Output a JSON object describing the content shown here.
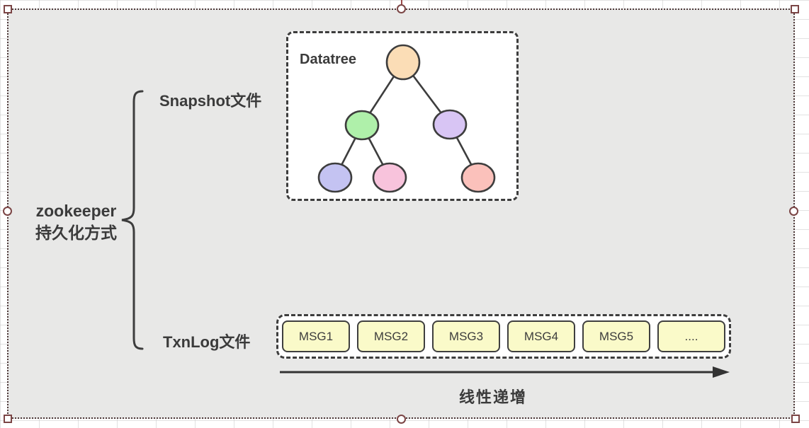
{
  "colors": {
    "canvas_bg": "#e8e8e7",
    "selection_dot": "#4d3838",
    "handle_border": "#7b4545",
    "shape_outline": "#3d3d3d",
    "text": "#3b3b3b",
    "msg_fill": "#fafac9",
    "box_bg": "#ffffff"
  },
  "root_label": {
    "line1": "zookeeper",
    "line2": "持久化方式"
  },
  "branches": {
    "snapshot": "Snapshot文件",
    "txnlog": "TxnLog文件"
  },
  "datatree": {
    "title": "Datatree",
    "nodes": [
      {
        "name": "root",
        "fill": "#fbddb6"
      },
      {
        "name": "child-left",
        "fill": "#aff0aa"
      },
      {
        "name": "child-right",
        "fill": "#d8c5f4"
      },
      {
        "name": "leaf-1",
        "fill": "#c4c3f2"
      },
      {
        "name": "leaf-2",
        "fill": "#f8c3dc"
      },
      {
        "name": "leaf-3",
        "fill": "#fbc1bb"
      }
    ]
  },
  "txnlog": {
    "messages": [
      "MSG1",
      "MSG2",
      "MSG3",
      "MSG4",
      "MSG5",
      "...."
    ],
    "arrow_label": "线性递增"
  }
}
